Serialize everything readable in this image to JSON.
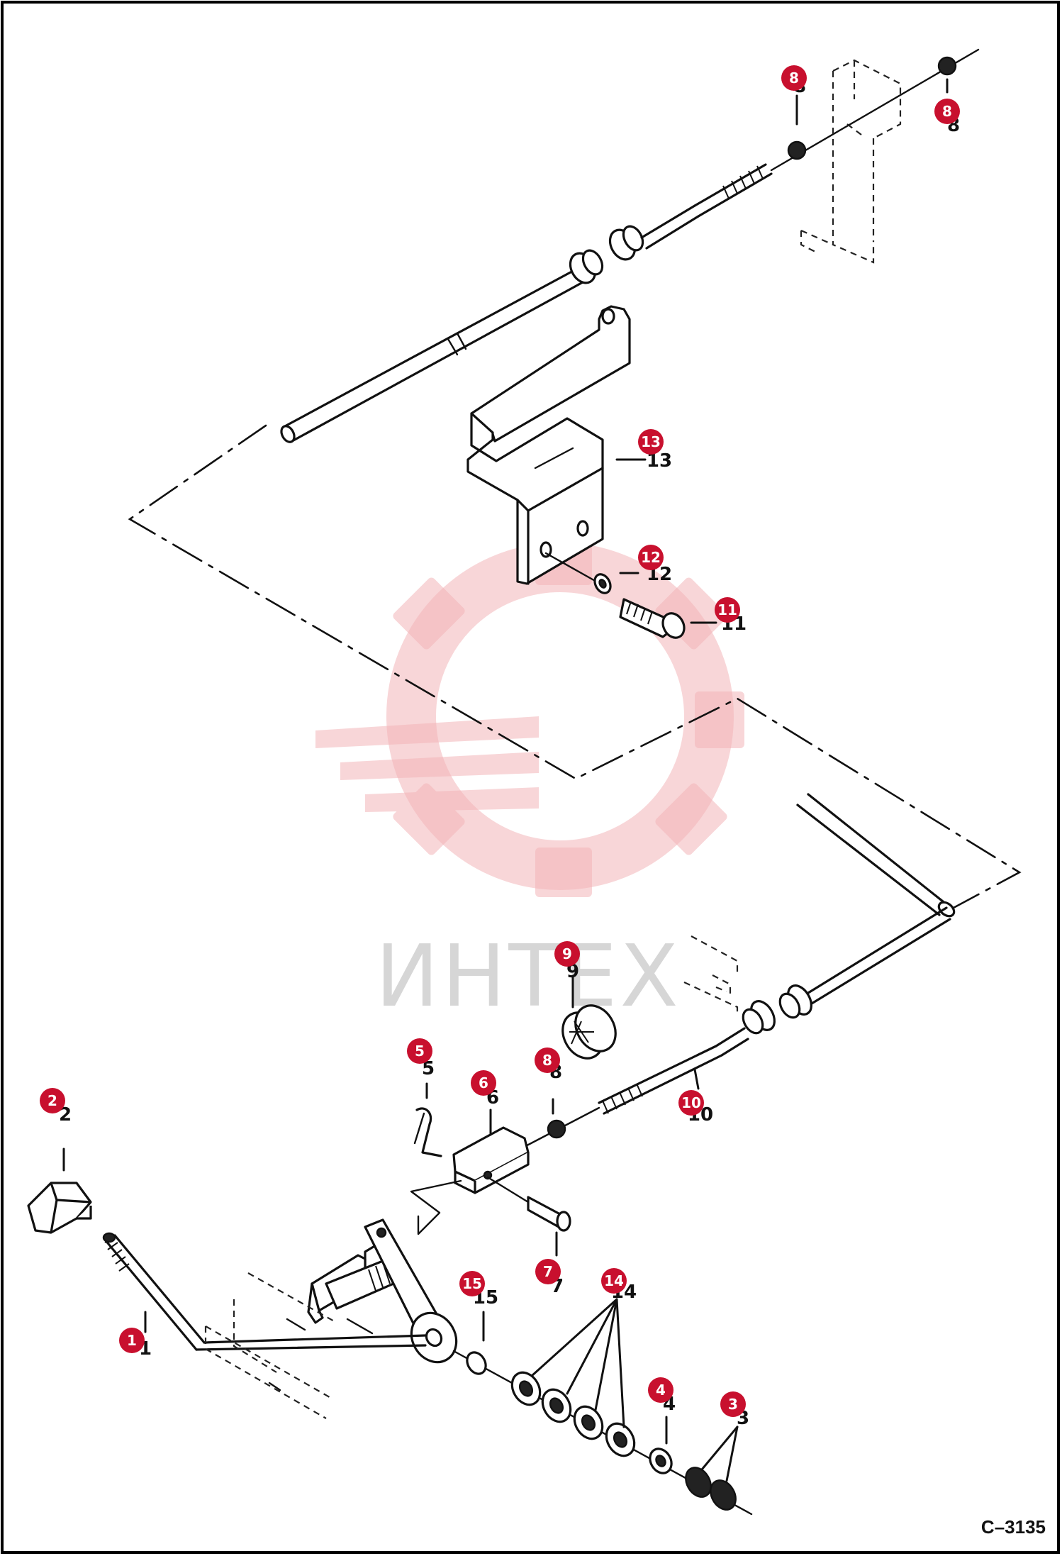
{
  "drawing_code": "C–3135",
  "watermark": "ИНТЕХ",
  "callouts": [
    {
      "id": "1",
      "label": "1"
    },
    {
      "id": "2",
      "label": "2"
    },
    {
      "id": "3",
      "label": "3"
    },
    {
      "id": "4",
      "label": "4"
    },
    {
      "id": "5",
      "label": "5"
    },
    {
      "id": "6",
      "label": "6"
    },
    {
      "id": "7",
      "label": "7"
    },
    {
      "id": "8a",
      "label": "8"
    },
    {
      "id": "8b",
      "label": "8"
    },
    {
      "id": "8c",
      "label": "8"
    },
    {
      "id": "9",
      "label": "9"
    },
    {
      "id": "10",
      "label": "10"
    },
    {
      "id": "11",
      "label": "11"
    },
    {
      "id": "12",
      "label": "12"
    },
    {
      "id": "13",
      "label": "13"
    },
    {
      "id": "14",
      "label": "14"
    },
    {
      "id": "15",
      "label": "15"
    }
  ],
  "colors": {
    "callout": "#c8102e",
    "watermark": "#f2b5b8"
  }
}
